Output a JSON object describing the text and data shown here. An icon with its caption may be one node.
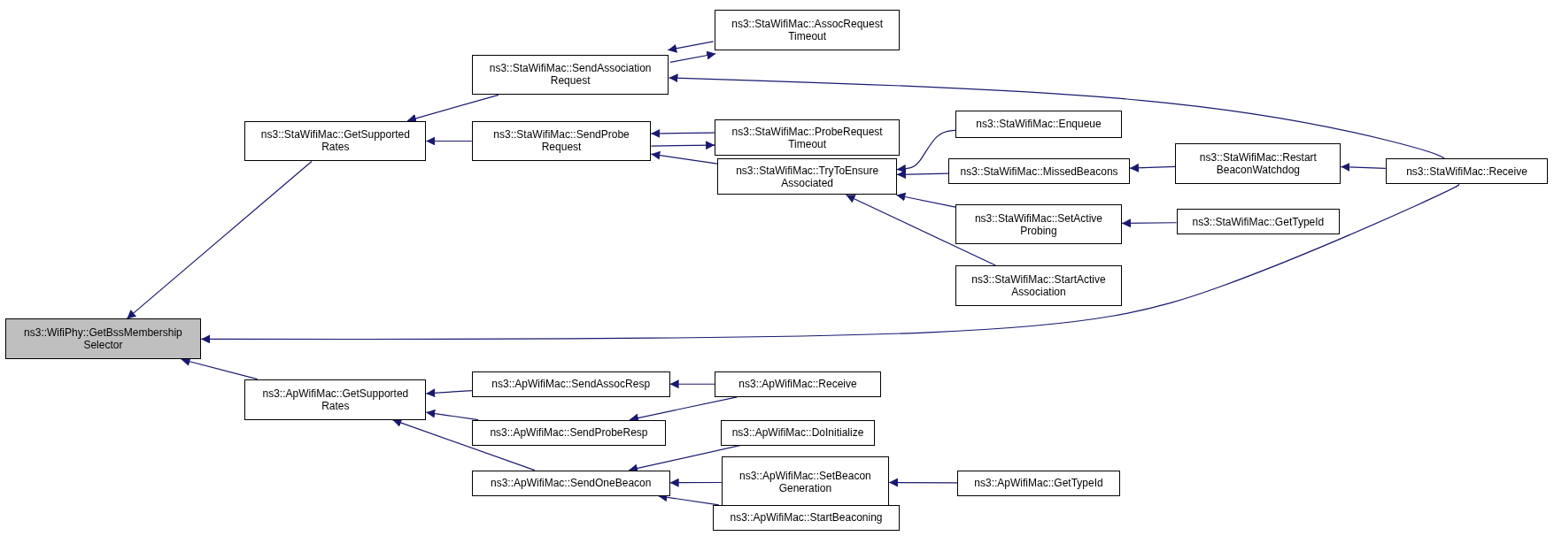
{
  "diagram": {
    "nodes": [
      {
        "text": [
          "ns3::WifiPhy::GetBssMembership Selector"
        ]
      },
      {
        "text": [
          "ns3::StaWifiMac::GetSupported Rates"
        ]
      },
      {
        "text": [
          "ns3::ApWifiMac::GetSupported Rates"
        ]
      },
      {
        "text": [
          "ns3::StaWifiMac::SendAssociation Request"
        ]
      },
      {
        "text": [
          "ns3::StaWifiMac::SendProbe Request"
        ]
      },
      {
        "text": [
          "ns3::StaWifiMac::AssocRequest Timeout"
        ]
      },
      {
        "text": [
          "ns3::StaWifiMac::ProbeRequest Timeout"
        ]
      },
      {
        "text": [
          "ns3::StaWifiMac::TryToEnsure Associated"
        ]
      },
      {
        "text": [
          "ns3::StaWifiMac::Enqueue"
        ]
      },
      {
        "text": [
          "ns3::StaWifiMac::MissedBeacons"
        ]
      },
      {
        "text": [
          "ns3::StaWifiMac::SetActive Probing"
        ]
      },
      {
        "text": [
          "ns3::StaWifiMac::StartActive Association"
        ]
      },
      {
        "text": [
          "ns3::StaWifiMac::Restart BeaconWatchdog"
        ]
      },
      {
        "text": [
          "ns3::StaWifiMac::GetTypeId"
        ]
      },
      {
        "text": [
          "ns3::StaWifiMac::Receive"
        ]
      },
      {
        "text": [
          "ns3::ApWifiMac::SendAssocResp"
        ]
      },
      {
        "text": [
          "ns3::ApWifiMac::SendProbeResp"
        ]
      },
      {
        "text": [
          "ns3::ApWifiMac::SendOneBeacon"
        ]
      },
      {
        "text": [
          "ns3::ApWifiMac::Receive"
        ]
      },
      {
        "text": [
          "ns3::ApWifiMac::DoInitialize"
        ]
      },
      {
        "text": [
          "ns3::ApWifiMac::SetBeacon Generation"
        ]
      },
      {
        "text": [
          "ns3::ApWifiMac::StartBeaconing"
        ]
      },
      {
        "text": [
          "ns3::ApWifiMac::GetTypeId"
        ]
      }
    ],
    "edges": [
      {
        "from": 1,
        "to": 0,
        "arrow": "to"
      },
      {
        "from": 14,
        "to": 0,
        "arrow": "to"
      },
      {
        "from": 2,
        "to": 0,
        "arrow": "to"
      },
      {
        "from": 3,
        "to": 1,
        "arrow": "to"
      },
      {
        "from": 4,
        "to": 1,
        "arrow": "to"
      },
      {
        "from": 3,
        "to": 5,
        "arrow": "to"
      },
      {
        "from": 5,
        "to": 3,
        "arrow": "to"
      },
      {
        "from": 14,
        "to": 3,
        "arrow": "to"
      },
      {
        "from": 4,
        "to": 6,
        "arrow": "to"
      },
      {
        "from": 6,
        "to": 4,
        "arrow": "to"
      },
      {
        "from": 7,
        "to": 4,
        "arrow": "to"
      },
      {
        "from": 8,
        "to": 7,
        "arrow": "to"
      },
      {
        "from": 9,
        "to": 7,
        "arrow": "to"
      },
      {
        "from": 10,
        "to": 7,
        "arrow": "to"
      },
      {
        "from": 11,
        "to": 7,
        "arrow": "to"
      },
      {
        "from": 12,
        "to": 9,
        "arrow": "to"
      },
      {
        "from": 13,
        "to": 10,
        "arrow": "to"
      },
      {
        "from": 14,
        "to": 12,
        "arrow": "to"
      },
      {
        "from": 15,
        "to": 2,
        "arrow": "to"
      },
      {
        "from": 16,
        "to": 2,
        "arrow": "to"
      },
      {
        "from": 17,
        "to": 2,
        "arrow": "to"
      },
      {
        "from": 18,
        "to": 15,
        "arrow": "to"
      },
      {
        "from": 18,
        "to": 16,
        "arrow": "to"
      },
      {
        "from": 19,
        "to": 17,
        "arrow": "to"
      },
      {
        "from": 20,
        "to": 17,
        "arrow": "to"
      },
      {
        "from": 21,
        "to": 17,
        "arrow": "to"
      },
      {
        "from": 22,
        "to": 20,
        "arrow": "to"
      }
    ]
  }
}
